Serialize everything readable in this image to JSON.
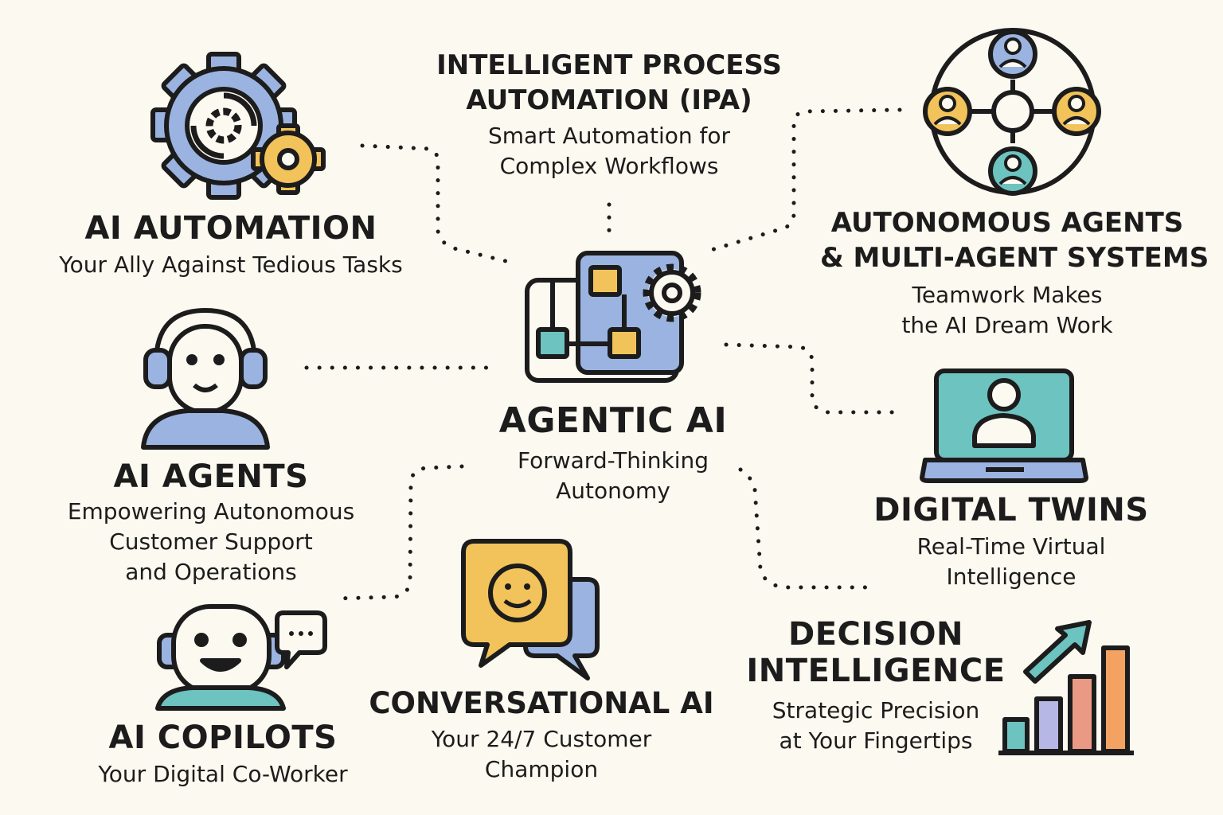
{
  "diagram": {
    "center": {
      "title": "AGENTIC AI",
      "subtitle_lines": [
        "Forward-Thinking",
        "Autonomy"
      ]
    },
    "nodes": {
      "ai_automation": {
        "title": "AI AUTOMATION",
        "subtitle_lines": [
          "Your Ally Against Tedious Tasks"
        ]
      },
      "ipa": {
        "title_lines": [
          "INTELLIGENT PROCESS",
          "AUTOMATION (IPA)"
        ],
        "subtitle_lines": [
          "Smart Automation for",
          "Complex Workflows"
        ]
      },
      "autonomous_agents": {
        "title_lines": [
          "AUTONOMOUS AGENTS",
          "& MULTI-AGENT SYSTEMS"
        ],
        "subtitle_lines": [
          "Teamwork Makes",
          "the AI Dream Work"
        ]
      },
      "ai_agents": {
        "title": "AI AGENTS",
        "subtitle_lines": [
          "Empowering Autonomous",
          "Customer Support",
          "and Operations"
        ]
      },
      "digital_twins": {
        "title": "DIGITAL TWINS",
        "subtitle_lines": [
          "Real-Time Virtual",
          "Intelligence"
        ]
      },
      "ai_copilots": {
        "title": "AI COPILOTS",
        "subtitle_lines": [
          "Your Digital Co-Worker"
        ]
      },
      "conversational_ai": {
        "title": "CONVERSATIONAL AI",
        "subtitle_lines": [
          "Your 24/7 Customer",
          "Champion"
        ]
      },
      "decision_intelligence": {
        "title_lines": [
          "DECISION",
          "INTELLIGENCE"
        ],
        "subtitle_lines": [
          "Strategic Precision",
          "at Your Fingertips"
        ]
      }
    },
    "icons": [
      "gears-icon",
      "workflow-icon",
      "network-people-icon",
      "headset-agent-icon",
      "laptop-user-icon",
      "robot-chat-icon",
      "chat-bubbles-icon",
      "bar-chart-arrow-icon"
    ],
    "colors": {
      "background": "#fcf9f0",
      "outline": "#1c1c1c",
      "blue": "#9bb3e0",
      "yellow": "#f2c35a",
      "teal": "#6cc3c0",
      "salmon": "#ea9a84",
      "orange": "#f4a261",
      "purple": "#b7b7e6"
    }
  }
}
